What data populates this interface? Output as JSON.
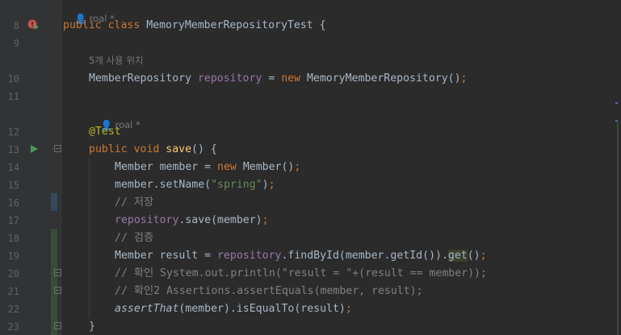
{
  "editor": {
    "lines": [
      {
        "num": "8",
        "segments": [
          {
            "t": "public ",
            "c": "kw"
          },
          {
            "t": "class ",
            "c": "kw"
          },
          {
            "t": "MemoryMemberRepositoryTest {",
            "c": ""
          }
        ]
      },
      {
        "num": "9",
        "segments": []
      },
      {
        "num": "10",
        "segments": [
          {
            "t": "MemberRepository ",
            "c": ""
          },
          {
            "t": "repository",
            "c": "fld"
          },
          {
            "t": " = ",
            "c": ""
          },
          {
            "t": "new ",
            "c": "kw"
          },
          {
            "t": "MemoryMemberRepository()",
            "c": ""
          },
          {
            "t": ";",
            "c": "kw"
          }
        ]
      },
      {
        "num": "11",
        "segments": []
      },
      {
        "num": "12",
        "segments": [
          {
            "t": "@Test",
            "c": "ann"
          }
        ]
      },
      {
        "num": "13",
        "segments": [
          {
            "t": "public ",
            "c": "kw"
          },
          {
            "t": "void ",
            "c": "kw"
          },
          {
            "t": "save",
            "c": "fn"
          },
          {
            "t": "() {",
            "c": ""
          }
        ]
      },
      {
        "num": "14",
        "segments": [
          {
            "t": "Member member = ",
            "c": ""
          },
          {
            "t": "new ",
            "c": "kw"
          },
          {
            "t": "Member()",
            "c": ""
          },
          {
            "t": ";",
            "c": "kw"
          }
        ]
      },
      {
        "num": "15",
        "segments": [
          {
            "t": "member.setName(",
            "c": ""
          },
          {
            "t": "\"spring\"",
            "c": "str"
          },
          {
            "t": ")",
            "c": ""
          },
          {
            "t": ";",
            "c": "kw"
          }
        ]
      },
      {
        "num": "16",
        "segments": [
          {
            "t": "// 저장",
            "c": "cmt"
          }
        ]
      },
      {
        "num": "17",
        "segments": [
          {
            "t": "repository",
            "c": "fld"
          },
          {
            "t": ".save(member)",
            "c": ""
          },
          {
            "t": ";",
            "c": "kw"
          }
        ]
      },
      {
        "num": "18",
        "segments": [
          {
            "t": "// 검증",
            "c": "cmt"
          }
        ]
      },
      {
        "num": "19",
        "segments": [
          {
            "t": "Member result = ",
            "c": ""
          },
          {
            "t": "repository",
            "c": "fld"
          },
          {
            "t": ".findById(member.getId()).",
            "c": ""
          },
          {
            "t": "get",
            "c": "hl"
          },
          {
            "t": "()",
            "c": ""
          },
          {
            "t": ";",
            "c": "kw"
          }
        ]
      },
      {
        "num": "20",
        "segments": [
          {
            "t": "// 확인 System.out.println(\"result = \"+(result == member));",
            "c": "cmt"
          }
        ]
      },
      {
        "num": "21",
        "segments": [
          {
            "t": "// 확인2 Assertions.assertEquals(member, result);",
            "c": "cmt"
          }
        ]
      },
      {
        "num": "22",
        "segments": [
          {
            "t": "assertThat",
            "c": "ital"
          },
          {
            "t": "(member).isEqualTo(result)",
            "c": ""
          },
          {
            "t": ";",
            "c": "kw"
          }
        ]
      },
      {
        "num": "23",
        "segments": [
          {
            "t": "}",
            "c": ""
          }
        ]
      }
    ],
    "hints": {
      "class_author": "roal *",
      "field_usages": "5개 사용 위치",
      "method_author": "roal *"
    }
  },
  "colors": {
    "background": "#2b2b2b",
    "keyword": "#cc7832",
    "field": "#9876aa",
    "method": "#ffc66d",
    "string": "#6a8759",
    "comment": "#808080",
    "annotation": "#bbb529",
    "run_icon": "#499c54",
    "error_icon": "#c75450"
  },
  "icons": {
    "class_run": "run-error-icon",
    "method_run": "run-icon",
    "author": "person-icon",
    "fold": "fold-icon"
  }
}
